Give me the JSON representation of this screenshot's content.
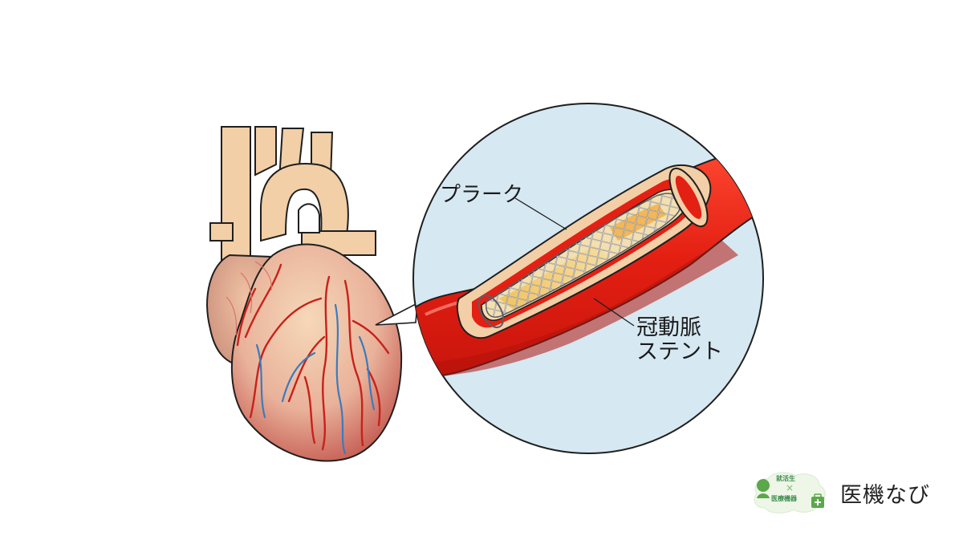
{
  "labels": {
    "plaque": "プラーク",
    "stent_line1": "冠動脈",
    "stent_line2": "ステント"
  },
  "logo": {
    "badge_line1": "就活生",
    "badge_cross": "×",
    "badge_line2": "医療機器",
    "name": "医機なび"
  },
  "colors": {
    "magnifier_fill": "#d6e8f2",
    "artery_red": "#e32014",
    "plaque": "#f3dfb0",
    "vessel_skin": "#f2cfa6",
    "vein_blue": "#3a7bbf",
    "logo_green": "#5aa84a"
  }
}
